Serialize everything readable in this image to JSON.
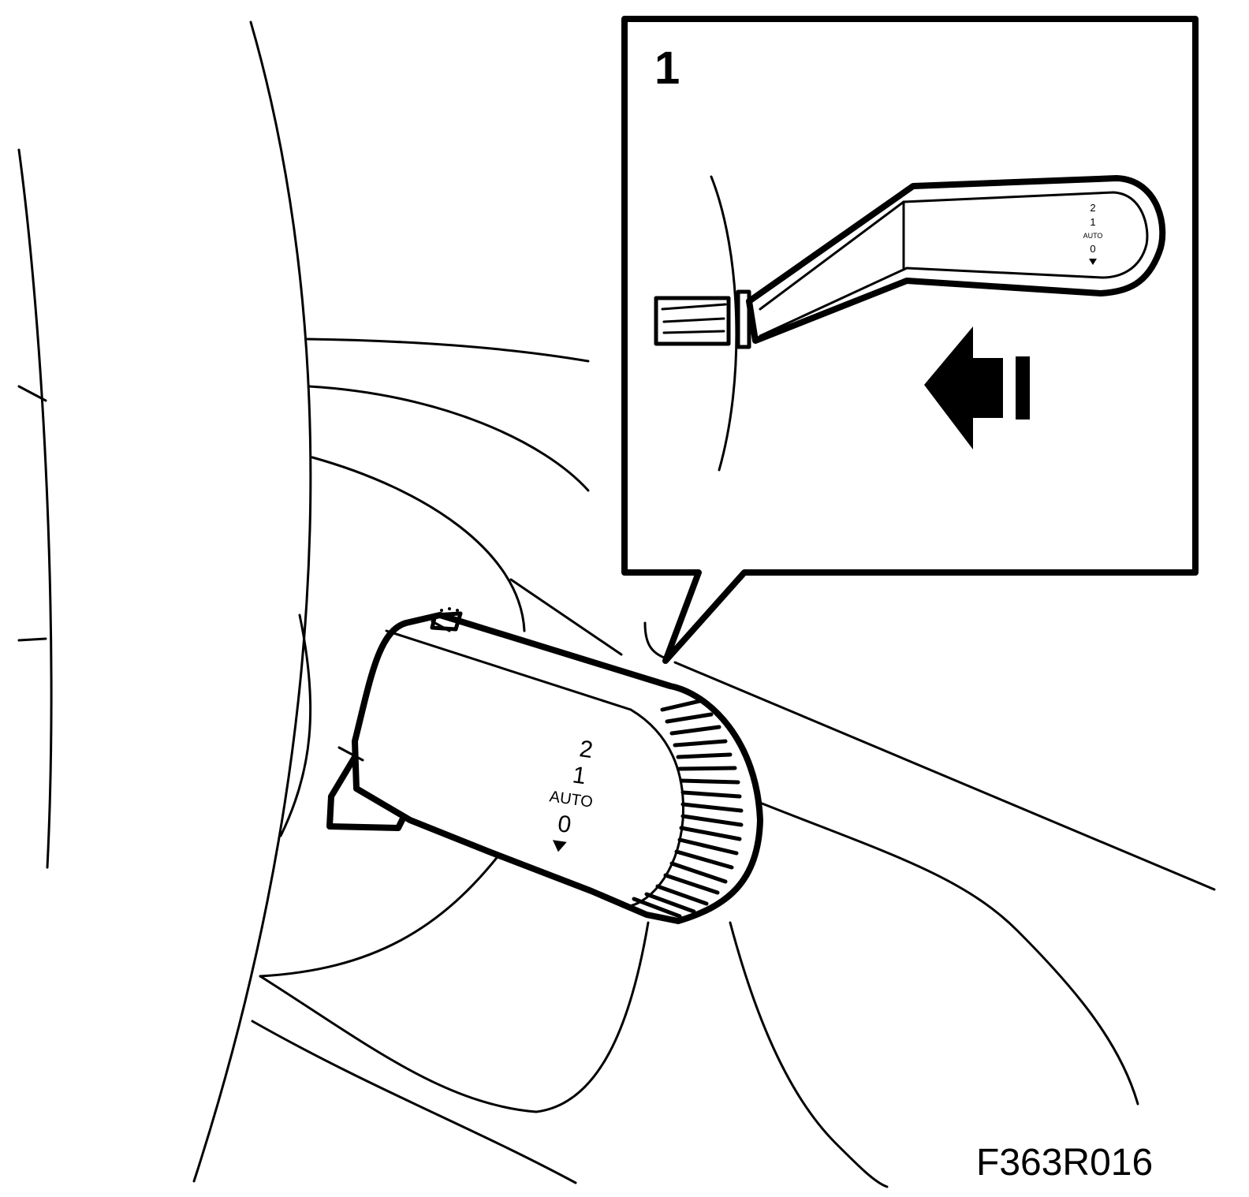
{
  "figure": {
    "figure_id": "F363R016",
    "callout_number": "1",
    "stalk_positions": [
      "2",
      "1",
      "AUTO",
      "0"
    ],
    "icons": [
      "windshield-wiper-icon",
      "down-arrow-icon",
      "push-arrow-icon"
    ]
  }
}
